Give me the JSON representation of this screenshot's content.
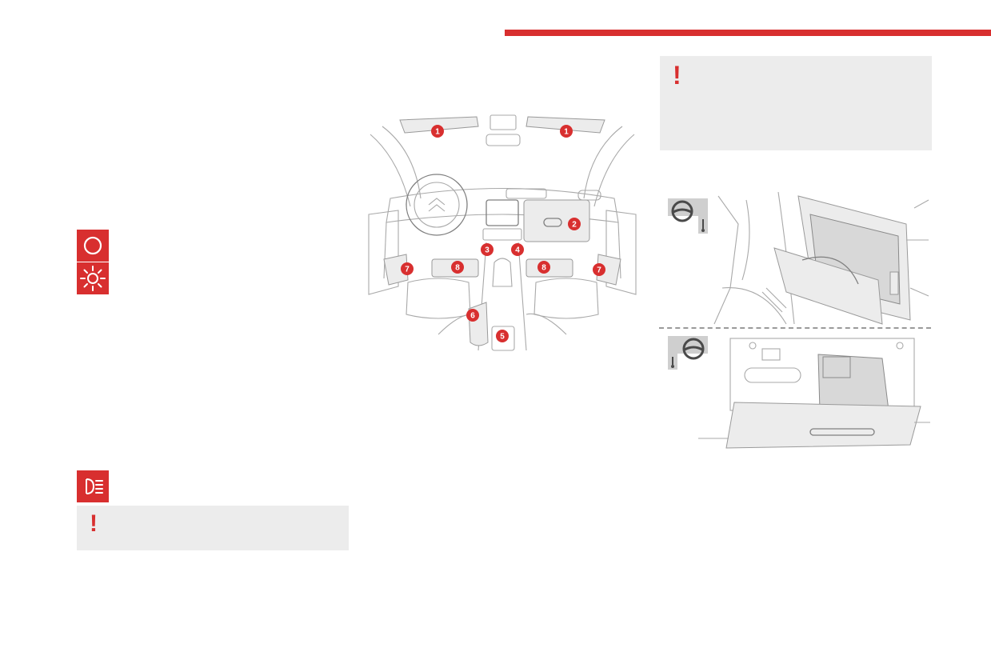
{
  "colors": {
    "accent": "#d82f2f",
    "warning_bg": "#ececec",
    "icon_symbol": "#ffffff"
  },
  "left_column": {
    "icons": [
      "lamp-off-icon",
      "lamp-on-icon",
      "dipped-beam-icon"
    ],
    "warning_box": {
      "icon": "exclamation-icon",
      "mark": "!"
    }
  },
  "interior_figure": {
    "callouts": [
      "1",
      "1",
      "2",
      "3",
      "4",
      "5",
      "6",
      "7",
      "7",
      "8",
      "8"
    ]
  },
  "right_column": {
    "warning_box": {
      "icon": "exclamation-icon",
      "mark": "!"
    },
    "glovebox_figure": {
      "top_panel_icon": "steering-wheel-left-hand-drive-icon",
      "bottom_panel_icon": "steering-wheel-right-hand-drive-icon"
    }
  }
}
